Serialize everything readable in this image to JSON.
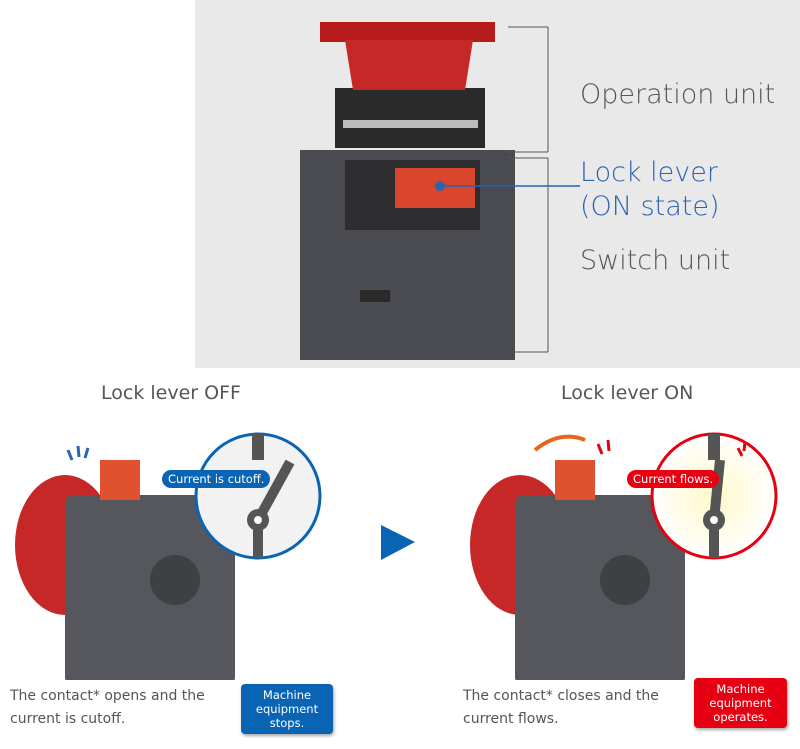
{
  "top": {
    "operation_unit": "Operation unit",
    "lock_lever_line1": "Lock lever",
    "lock_lever_line2": "(ON state)",
    "switch_unit": "Switch unit"
  },
  "off_panel": {
    "title": "Lock lever OFF",
    "bubble": "Current is cutoff.",
    "caption_line1": "The contact* opens and the",
    "caption_line2": "current is cutoff.",
    "button_label": "Machine equipment stops.",
    "color": "#0a64b4"
  },
  "on_panel": {
    "title": "Lock lever ON",
    "bubble": "Current flows.",
    "caption_line1": "The contact* closes and the",
    "caption_line2": "current flows.",
    "button_label": "Machine equipment operates.",
    "color": "#e60012"
  },
  "colors": {
    "accent_blue": "#2b63b0",
    "background_gray": "#e9e9e9"
  }
}
